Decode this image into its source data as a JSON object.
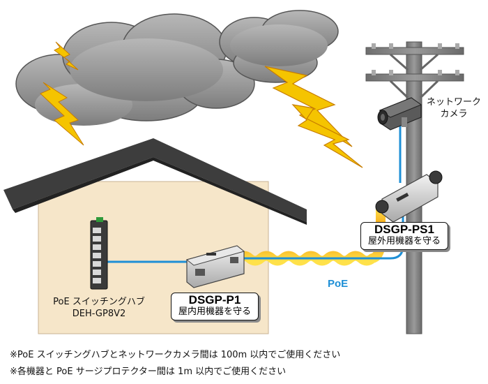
{
  "camera": {
    "label_line1": "ネットワーク",
    "label_line2": "カメラ"
  },
  "outdoor_protector": {
    "model": "DSGP-PS1",
    "desc": "屋外用機器を守る"
  },
  "indoor_protector": {
    "model": "DSGP-P1",
    "desc": "屋内用機器を守る"
  },
  "switch": {
    "label_line1": "PoE スイッチングハブ",
    "label_line2": "DEH-GP8V2"
  },
  "cable_label": "PoE",
  "notes": [
    "※PoE スイッチングハブとネットワークカメラ間は 100m 以内でご使用ください",
    "※各機器と PoE サージプロテクター間は 1m 以内でご使用ください"
  ],
  "colors": {
    "cable": "#1e8fd6",
    "lightning": "#f5c400",
    "surge": "#f08a00",
    "house_roof": "#3d3d3d",
    "house_wall": "#f6e6c9",
    "cloud": "#8f8f8f"
  }
}
